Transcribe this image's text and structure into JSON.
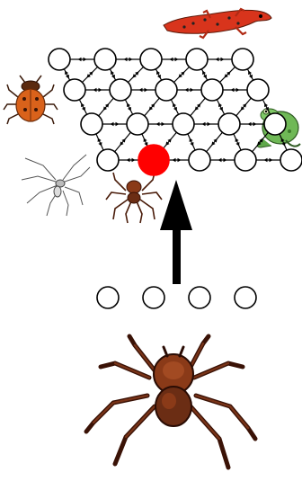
{
  "scene": {
    "colors": {
      "background": "#ffffff",
      "node_fill": "#ffffff",
      "node_stroke": "#000000",
      "selected_node": "#ff0000",
      "arrow": "#000000",
      "spider_brown": "#6b2d14",
      "spider_dark": "#3a1206",
      "salamander_red": "#d8341c",
      "frog_green": "#5fa84a",
      "beetle_orange": "#d9621b"
    },
    "lattice": {
      "rows": 4,
      "nodes_per_row": 5,
      "selected": {
        "row": 4,
        "col": 2
      }
    },
    "slots": {
      "count": 4
    },
    "pointer": {
      "direction": "up"
    },
    "organisms": [
      {
        "name": "newt"
      },
      {
        "name": "beetle"
      },
      {
        "name": "frog"
      },
      {
        "name": "long-legged-spider"
      },
      {
        "name": "small-brown-spider"
      },
      {
        "name": "large-brown-spider"
      }
    ]
  }
}
